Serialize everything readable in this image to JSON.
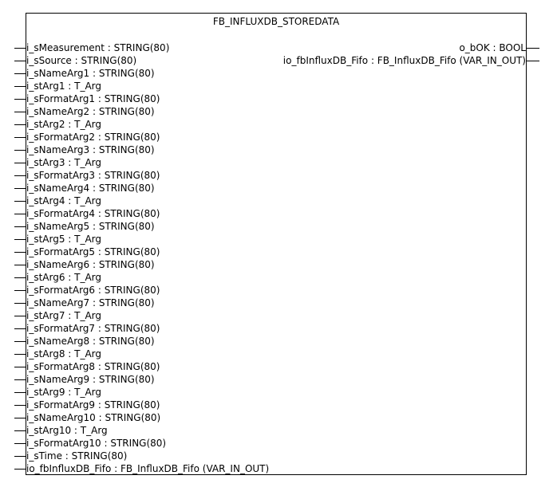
{
  "function_block": {
    "title": "FB_INFLUXDB_STOREDATA",
    "inputs": [
      "i_sMeasurement : STRING(80)",
      "i_sSource : STRING(80)",
      "i_sNameArg1 : STRING(80)",
      "i_stArg1 : T_Arg",
      "i_sFormatArg1 : STRING(80)",
      "i_sNameArg2 : STRING(80)",
      "i_stArg2 : T_Arg",
      "i_sFormatArg2 : STRING(80)",
      "i_sNameArg3 : STRING(80)",
      "i_stArg3 : T_Arg",
      "i_sFormatArg3 : STRING(80)",
      "i_sNameArg4 : STRING(80)",
      "i_stArg4 : T_Arg",
      "i_sFormatArg4 : STRING(80)",
      "i_sNameArg5 : STRING(80)",
      "i_stArg5 : T_Arg",
      "i_sFormatArg5 : STRING(80)",
      "i_sNameArg6 : STRING(80)",
      "i_stArg6 : T_Arg",
      "i_sFormatArg6 : STRING(80)",
      "i_sNameArg7 : STRING(80)",
      "i_stArg7 : T_Arg",
      "i_sFormatArg7 : STRING(80)",
      "i_sNameArg8 : STRING(80)",
      "i_stArg8 : T_Arg",
      "i_sFormatArg8 : STRING(80)",
      "i_sNameArg9 : STRING(80)",
      "i_stArg9 : T_Arg",
      "i_sFormatArg9 : STRING(80)",
      "i_sNameArg10 : STRING(80)",
      "i_stArg10 : T_Arg",
      "i_sFormatArg10 : STRING(80)",
      "i_sTime : STRING(80)",
      "io_fbInfluxDB_Fifo : FB_InfluxDB_Fifo (VAR_IN_OUT)"
    ],
    "outputs": [
      "o_bOK : BOOL",
      "io_fbInfluxDB_Fifo : FB_InfluxDB_Fifo (VAR_IN_OUT)"
    ]
  },
  "colors": {
    "line": "#000000",
    "background": "#ffffff",
    "text": "#000000"
  }
}
